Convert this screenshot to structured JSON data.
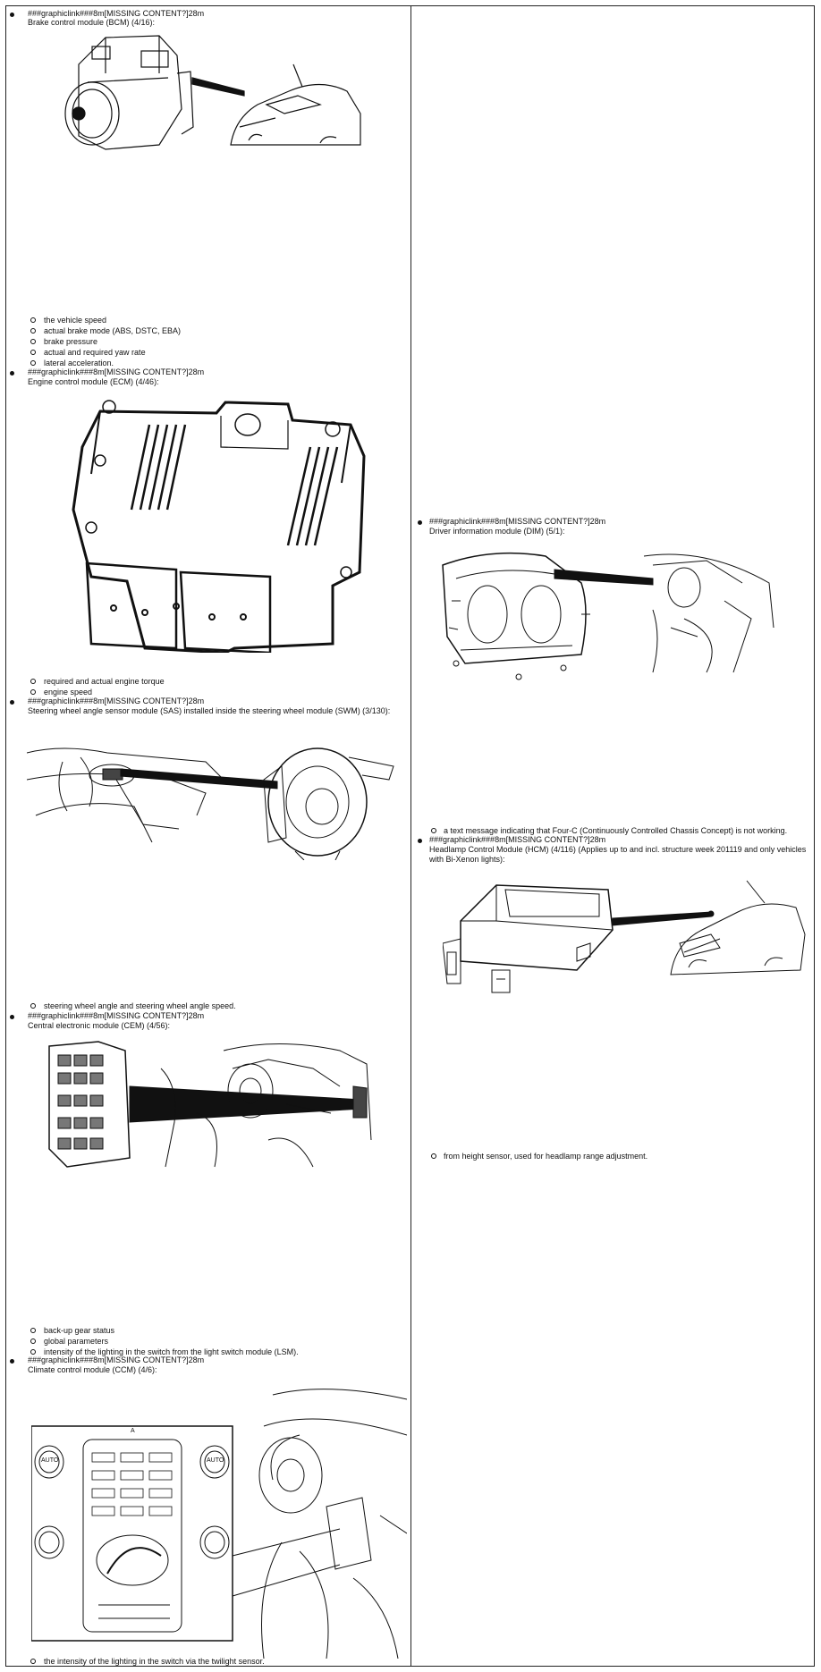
{
  "link_prefix": "###graphiclink###",
  "left_column": {
    "bcm": {
      "link": "###graphiclink###",
      "missing": "8m[MISSING CONTENT?]28m",
      "title": "Brake control module (BCM) (4/16):",
      "items": [
        "the vehicle speed",
        "actual brake mode (ABS, DSTC, EBA)",
        "brake pressure",
        "actual and required yaw rate",
        "lateral acceleration."
      ]
    },
    "ecm": {
      "link": "###graphiclink###",
      "missing": "8m[MISSING CONTENT?]28m",
      "title": "Engine control module (ECM) (4/46):",
      "items": [
        "required and actual engine torque",
        "engine speed"
      ]
    },
    "sas": {
      "link": "###graphiclink###",
      "missing": "8m[MISSING CONTENT?]28m",
      "title": "Steering wheel angle sensor module (SAS) installed inside the steering wheel module (SWM) (3/130):",
      "items": [
        "steering wheel angle and steering wheel angle speed."
      ]
    },
    "cem": {
      "link": "###graphiclink###",
      "missing": "8m[MISSING CONTENT?]28m",
      "title": "Central electronic module (CEM) (4/56):",
      "items": [
        "back-up gear status",
        "global parameters",
        "intensity of the lighting in the switch from the light switch module (LSM)."
      ]
    },
    "ccm": {
      "link": "###graphiclink###",
      "missing": "8m[MISSING CONTENT?]28m",
      "title": "Climate control module (CCM) (4/6):",
      "items": [
        "the intensity of the lighting in the switch via the twilight sensor."
      ],
      "panel_labels": [
        "AUTO",
        "AUTO",
        "A"
      ]
    }
  },
  "right_column": {
    "dim": {
      "link": "###graphiclink###",
      "missing": "8m[MISSING CONTENT?]28m",
      "title": "Driver information module (DIM) (5/1):",
      "items": [
        "a text message indicating that Four-C (Continuously Controlled Chassis Concept) is not working."
      ]
    },
    "hcm": {
      "link": "###graphiclink###",
      "missing": "8m[MISSING CONTENT?]28m",
      "title": "Headlamp Control Module (HCM) (4/116) (Applies up to and incl. structure week 201119 and only vehicles",
      "title2": "with Bi-Xenon lights):",
      "items": [
        "from height sensor, used for headlamp range adjustment."
      ]
    }
  }
}
